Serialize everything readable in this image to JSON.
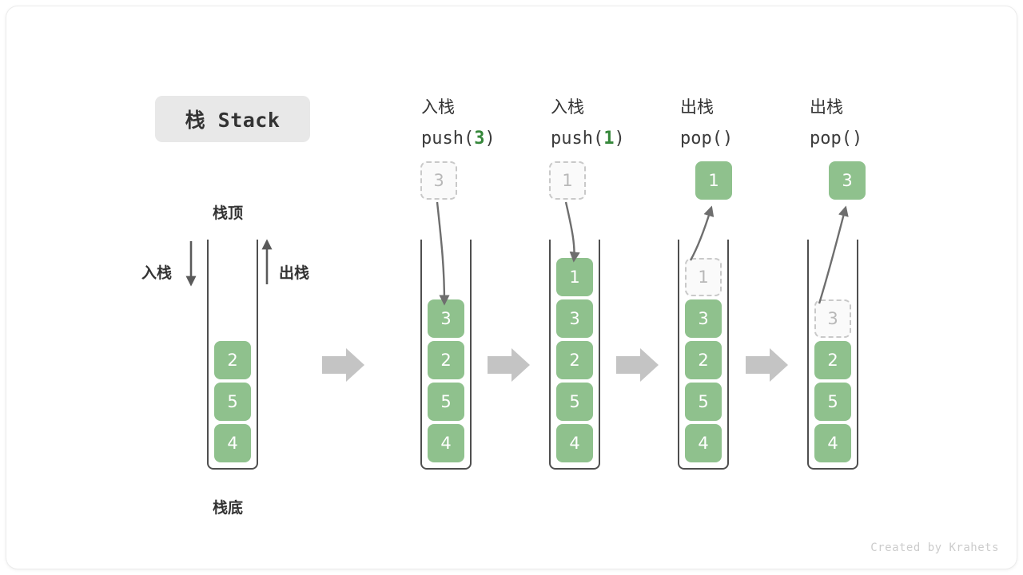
{
  "card": {
    "title": "栈 Stack",
    "footer": "Created by Krahets"
  },
  "colors": {
    "cell_fill": "#8fc18d",
    "cell_text": "#ffffff",
    "ghost_fill": "#fafafa",
    "ghost_border": "#c9c9c9",
    "ghost_text": "#b8b8b8",
    "container_stroke": "#4f4f4f",
    "flow_arrow": "#c4c4c4",
    "curve_arrow": "#6e6e6e",
    "accent_green": "#35873a",
    "chip_bg": "#e8e8e8",
    "text": "#333333"
  },
  "annotations": {
    "top_label": "栈顶",
    "bottom_label": "栈底",
    "push_label": "入栈",
    "pop_label": "出栈"
  },
  "steps": [
    {
      "id": "initial",
      "caption_cn": "",
      "caption_code_prefix": "",
      "caption_arg": "",
      "caption_code_suffix": "",
      "stack": [
        "2",
        "5",
        "4"
      ],
      "ghost_in_stack": null,
      "floating": null
    },
    {
      "id": "push-3",
      "caption_cn": "入栈",
      "caption_code_prefix": "push(",
      "caption_arg": "3",
      "caption_code_suffix": ")",
      "stack": [
        "3",
        "2",
        "5",
        "4"
      ],
      "ghost_in_stack": null,
      "floating": {
        "value": "3",
        "kind": "ghost"
      }
    },
    {
      "id": "push-1",
      "caption_cn": "入栈",
      "caption_code_prefix": "push(",
      "caption_arg": "1",
      "caption_code_suffix": ")",
      "stack": [
        "1",
        "3",
        "2",
        "5",
        "4"
      ],
      "ghost_in_stack": null,
      "floating": {
        "value": "1",
        "kind": "ghost"
      }
    },
    {
      "id": "pop-1",
      "caption_cn": "出栈",
      "caption_code_prefix": "pop(",
      "caption_arg": "",
      "caption_code_suffix": ")",
      "stack": [
        "3",
        "2",
        "5",
        "4"
      ],
      "ghost_in_stack": "1",
      "floating": {
        "value": "1",
        "kind": "filled"
      }
    },
    {
      "id": "pop-3",
      "caption_cn": "出栈",
      "caption_code_prefix": "pop(",
      "caption_arg": "",
      "caption_code_suffix": ")",
      "stack": [
        "2",
        "5",
        "4"
      ],
      "ghost_in_stack": "3",
      "floating": {
        "value": "3",
        "kind": "filled"
      }
    }
  ],
  "flow_arrows": 4
}
